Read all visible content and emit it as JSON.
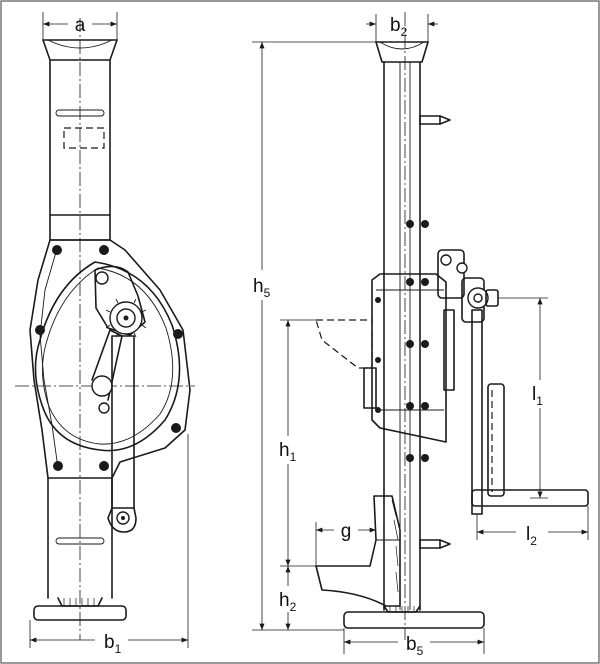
{
  "dimension_labels": {
    "a": {
      "base": "a",
      "sub": ""
    },
    "b1": {
      "base": "b",
      "sub": "1"
    },
    "b2": {
      "base": "b",
      "sub": "2"
    },
    "b5": {
      "base": "b",
      "sub": "5"
    },
    "h1": {
      "base": "h",
      "sub": "1"
    },
    "h2": {
      "base": "h",
      "sub": "2"
    },
    "h5": {
      "base": "h",
      "sub": "5"
    },
    "g": {
      "base": "g",
      "sub": ""
    },
    "l1": {
      "base": "l",
      "sub": "1"
    },
    "l2": {
      "base": "l",
      "sub": "2"
    }
  }
}
